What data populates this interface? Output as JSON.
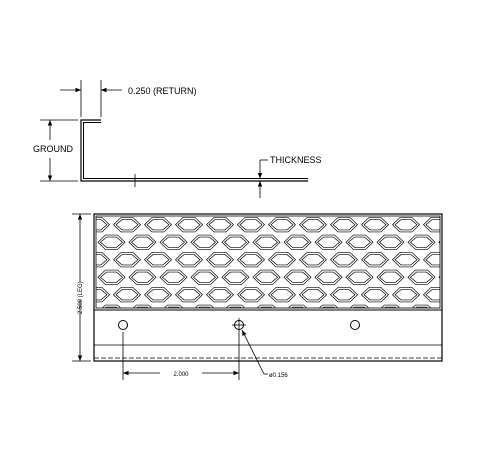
{
  "profile": {
    "return_label": "0.250 (RETURN)",
    "ground_label": "GROUND",
    "thickness_label": "THICKNESS"
  },
  "plate": {
    "leg_label": "2.500 (LEG)",
    "hole_spacing_label": "2.000",
    "hole_diameter_label": "ø0.156"
  },
  "colors": {
    "line": "#000000",
    "background": "#ffffff"
  }
}
